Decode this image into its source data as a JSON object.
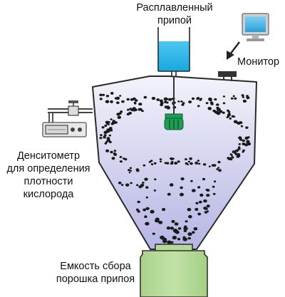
{
  "labels": {
    "molten_solder": "Расплавленный\nприпой",
    "monitor": "Монитор",
    "densitometer": "Денситометр\nдля определения\nплотности\nкислорода",
    "collector": "Емкость сбора\nпорошка припоя"
  },
  "colors": {
    "chamber_top": "#f1f1fb",
    "chamber_bottom": "#b9b9e6",
    "liquid": "#29b6e9",
    "atomizer": "#1e9e55",
    "container": "#b6d99a",
    "particles": "#1a1a1a"
  },
  "icons": [
    "monitor-icon",
    "densitometer-icon",
    "valve-icon",
    "arrow-icon",
    "atomizer-disc-icon"
  ]
}
